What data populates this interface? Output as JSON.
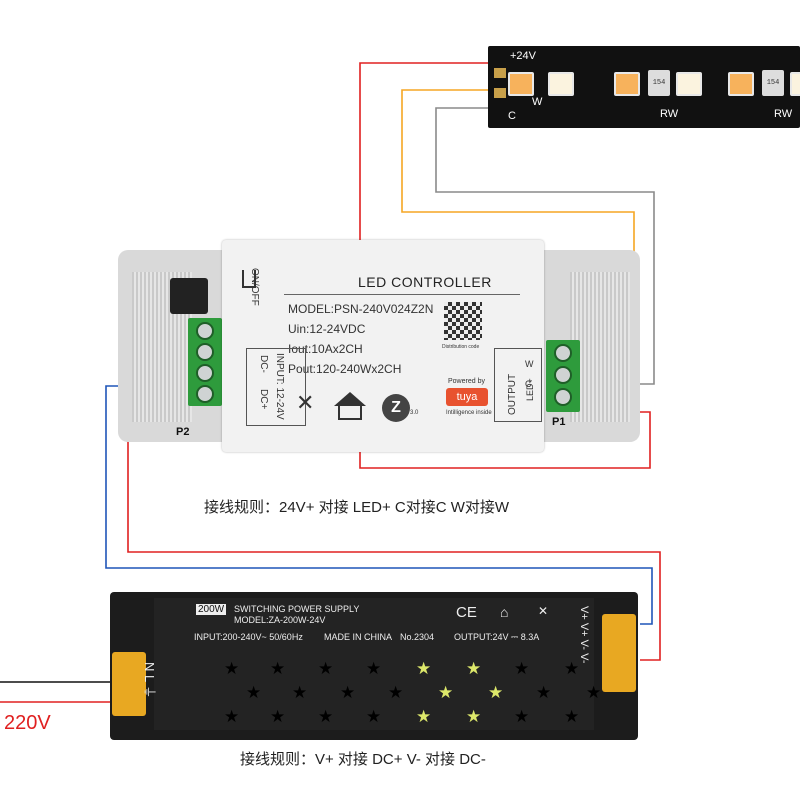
{
  "strip": {
    "plus_label": "+24V",
    "w_label": "W",
    "c_label": "C",
    "rw_label_1": "RW",
    "rw_label_2": "RW",
    "res_code": "154"
  },
  "controller": {
    "switch_label": "ON/OFF",
    "title": "LED CONTROLLER",
    "model": "MODEL:PSN-240V024Z2N",
    "uin": "Uin:12-24VDC",
    "iout": "Iout:10Ax2CH",
    "pout": "Pout:120-240Wx2CH",
    "input_label": "INPUT: 12-24V",
    "dc_minus": "DC-",
    "dc_plus": "DC+",
    "output_label": "OUTPUT",
    "out_led": "LED+",
    "out_c": "C",
    "out_w": "W",
    "qr_caption": "Distribution code",
    "powered_by": "Powered by",
    "tuya": "tuya",
    "tuya_sub": "Intilligence inside",
    "zigbee_ver": "3.0",
    "p1": "P1",
    "p2": "P2"
  },
  "wiring_rule_1": "接线规则：24V+ 对接 LED+     C对接C     W对接W",
  "psu": {
    "power_badge": "200W",
    "title": "SWITCHING POWER SUPPLY",
    "model": "MODEL:ZA-200W-24V",
    "input": "INPUT:200-240V~ 50/60Hz",
    "made": "MADE IN CHINA",
    "number": "No.2304",
    "output": "OUTPUT:24V ⎓ 8.3A",
    "ce": "CE",
    "out_terminal_label": "V+ V+ V- V-",
    "in_terminal_label": "N L ⏚"
  },
  "input_voltage": "220V",
  "wiring_rule_2": "接线规则：V+ 对接 DC+     V- 对接 DC-",
  "colors": {
    "red_wire": "#e02020",
    "blue_wire": "#1f55b8",
    "orange_wire": "#f5a623",
    "gray_wire": "#8a8a8a",
    "terminal_green": "#2e9b3c",
    "psu_body": "#1c1c1c"
  }
}
